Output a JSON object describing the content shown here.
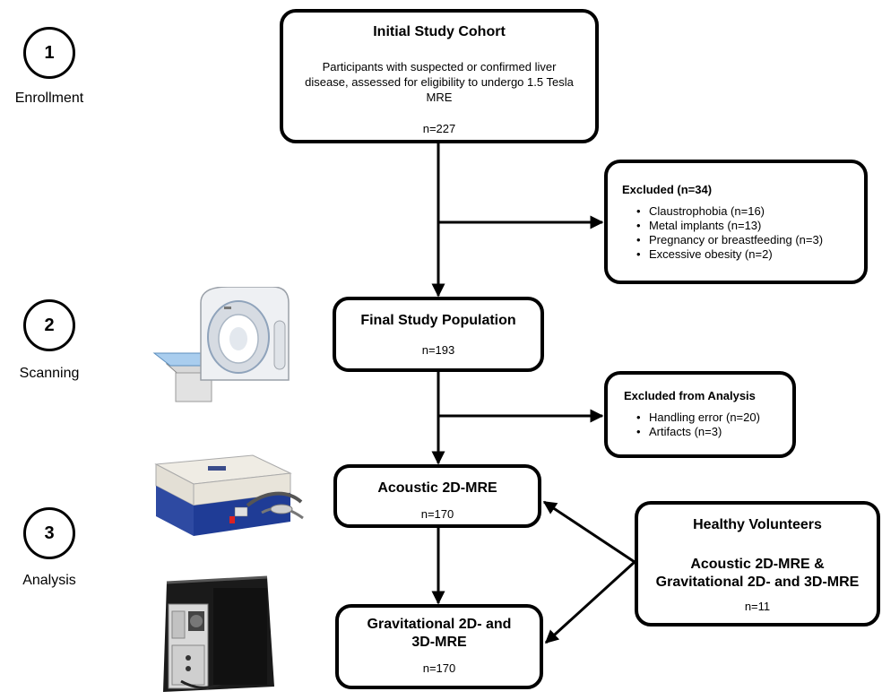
{
  "steps": [
    {
      "number": "1",
      "label": "Enrollment"
    },
    {
      "number": "2",
      "label": "Scanning"
    },
    {
      "number": "3",
      "label": "Analysis"
    }
  ],
  "cohort": {
    "title": "Initial Study Cohort",
    "description": "Participants with suspected or confirmed liver disease, assessed for eligibility to undergo 1.5 Tesla MRE",
    "n": "n=227"
  },
  "excluded": {
    "title": "Excluded (n=34)",
    "items": [
      "Claustrophobia (n=16)",
      "Metal implants (n=13)",
      "Pregnancy or breastfeeding (n=3)",
      "Excessive obesity (n=2)"
    ]
  },
  "final_population": {
    "title": "Final Study Population",
    "n": "n=193"
  },
  "excluded_analysis": {
    "title": "Excluded from Analysis",
    "items": [
      "Handling error (n=20)",
      "Artifacts (n=3)"
    ]
  },
  "acoustic": {
    "title": "Acoustic 2D-MRE",
    "n": "n=170"
  },
  "gravitational": {
    "title_line1": "Gravitational 2D- and",
    "title_line2": "3D-MRE",
    "n": "n=170"
  },
  "volunteers": {
    "title": "Healthy Volunteers",
    "subtitle_line1": "Acoustic 2D-MRE &",
    "subtitle_line2": "Gravitational 2D- and 3D-MRE",
    "n": "n=11"
  },
  "images": [
    {
      "icon": "mri-scanner-icon"
    },
    {
      "icon": "acoustic-driver-device-icon"
    },
    {
      "icon": "gravitational-driver-device-icon"
    }
  ]
}
